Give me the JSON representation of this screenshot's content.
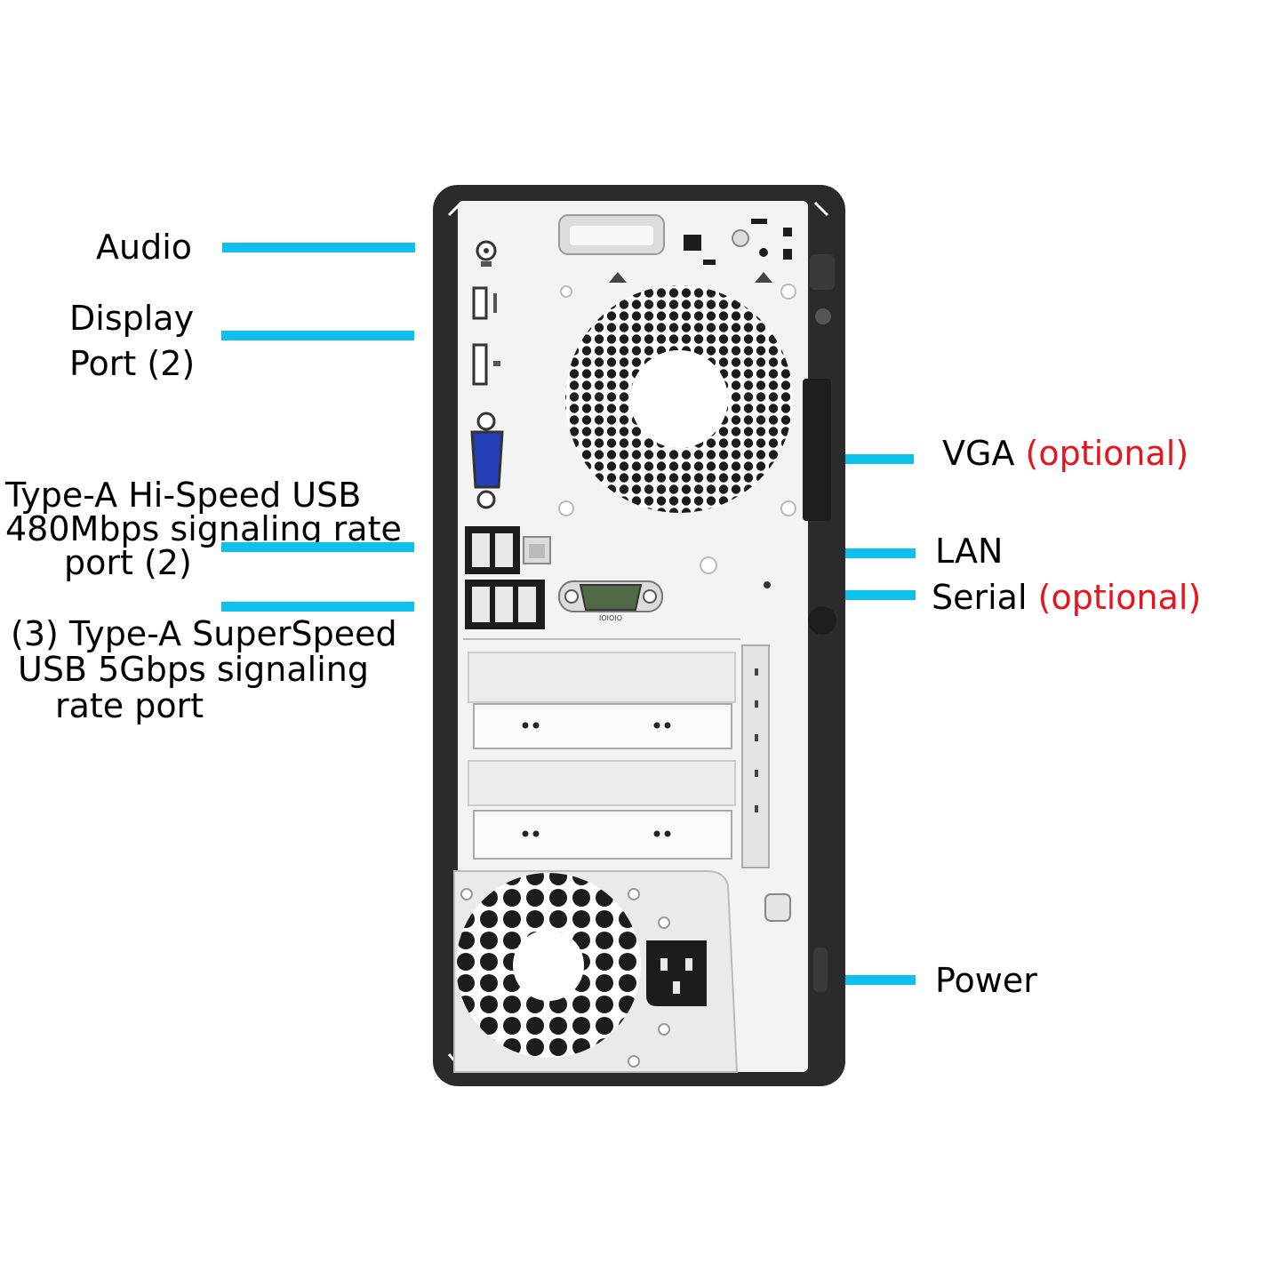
{
  "callouts": {
    "audio": {
      "text": "Audio"
    },
    "display_port": {
      "line1": "Display",
      "line2": "Port (2)"
    },
    "usb_hispeed": {
      "line1": "Type-A Hi-Speed USB",
      "line2": "480Mbps signaling rate",
      "line3": "port (2)"
    },
    "usb_superspeed": {
      "line1": "(3) Type-A SuperSpeed",
      "line2": "USB 5Gbps signaling",
      "line3": "rate port"
    },
    "vga": {
      "text": "VGA",
      "qualifier": "(optional)"
    },
    "lan": {
      "text": "LAN"
    },
    "serial": {
      "text": "Serial",
      "qualifier": "(optional)"
    },
    "power": {
      "text": "Power"
    }
  },
  "tower": {
    "serial_port_marking": "IOIOIO"
  },
  "colors": {
    "leader_line": "#0fc0ec",
    "optional_text": "#e8141d",
    "chassis_frame": "#2b2b2b",
    "chassis_panel": "#f3f3f3",
    "vga_port": "#2440b8",
    "serial_port": "#4f6a45"
  }
}
